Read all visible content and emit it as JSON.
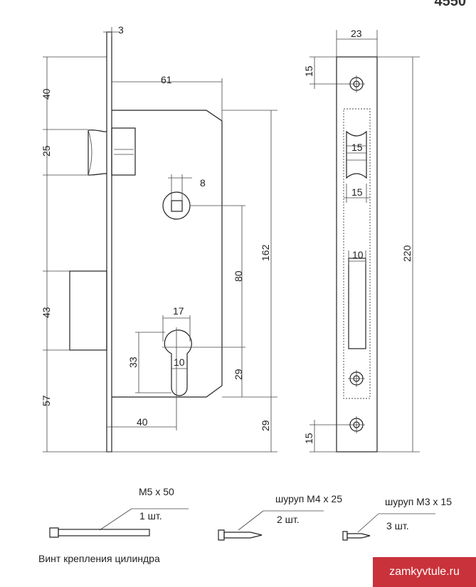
{
  "header": {
    "code": "4550"
  },
  "dims": {
    "faceplate_thickness": "3",
    "backset_61": "61",
    "top_40": "40",
    "latch_25": "25",
    "spindle_8": "8",
    "height_162": "162",
    "center_80": "80",
    "cyl_width_17": "17",
    "cyl_height_33": "33",
    "cyl_10": "10",
    "bottom_29_inner": "29",
    "bolt_43": "43",
    "bottom_57": "57",
    "backset_40": "40",
    "bottom_29_outer": "29",
    "plate_width_23": "23",
    "hole_top_15": "15",
    "latch_slot_15a": "15",
    "latch_slot_15b": "15",
    "bolt_slot_10": "10",
    "plate_height_220": "220",
    "hole_bottom_15": "15"
  },
  "accessories": {
    "screw1": {
      "spec": "M5 x 50",
      "qty": "1 шт.",
      "caption": "Винт крепления цилиндра"
    },
    "screw2": {
      "spec": "шуруп М4 x 25",
      "qty": "2 шт."
    },
    "screw3": {
      "spec": "шуруп М3 x 15",
      "qty": "3 шт."
    }
  },
  "watermark": "zamkyvtule.ru"
}
